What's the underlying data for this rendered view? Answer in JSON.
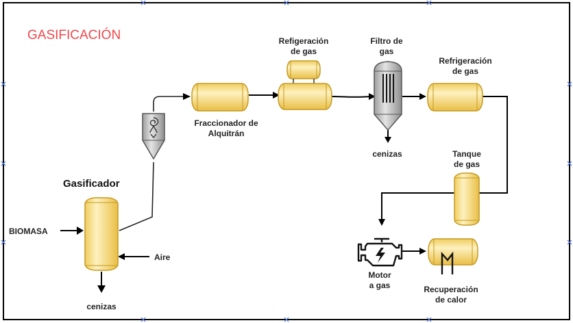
{
  "title": "GASIFICACIÓN",
  "colors": {
    "title": "#f0474b",
    "vessel_fill": "#f6d873",
    "vessel_stroke": "#c49a22",
    "vessel_highlight": "#fdf1bf",
    "gray_fill": "#bdbdbd",
    "frame": "#000000"
  },
  "labels": {
    "gasificador": "Gasificador",
    "biomasa": "BIOMASA",
    "aire": "Aire",
    "cenizas_gasificador": "cenizas",
    "fraccionador_l1": "Fraccionador de",
    "fraccionador_l2": "Alquitrán",
    "refrig1_l1": "Refigeración",
    "refrig1_l2": "de gas",
    "filtro_l1": "Filtro de",
    "filtro_l2": "gas",
    "cenizas_filtro": "cenizas",
    "refrig2_l1": "Refrigeración",
    "refrig2_l2": "de gas",
    "tanque_l1": "Tanque",
    "tanque_l2": "de gas",
    "motor_l1": "Motor",
    "motor_l2": "a gas",
    "recup_l1": "Recuperación",
    "recup_l2": "de calor"
  },
  "icons": [
    "cyclone-separator-icon",
    "bag-filter-icon",
    "gas-engine-icon",
    "heat-exchanger-coil-icon"
  ]
}
